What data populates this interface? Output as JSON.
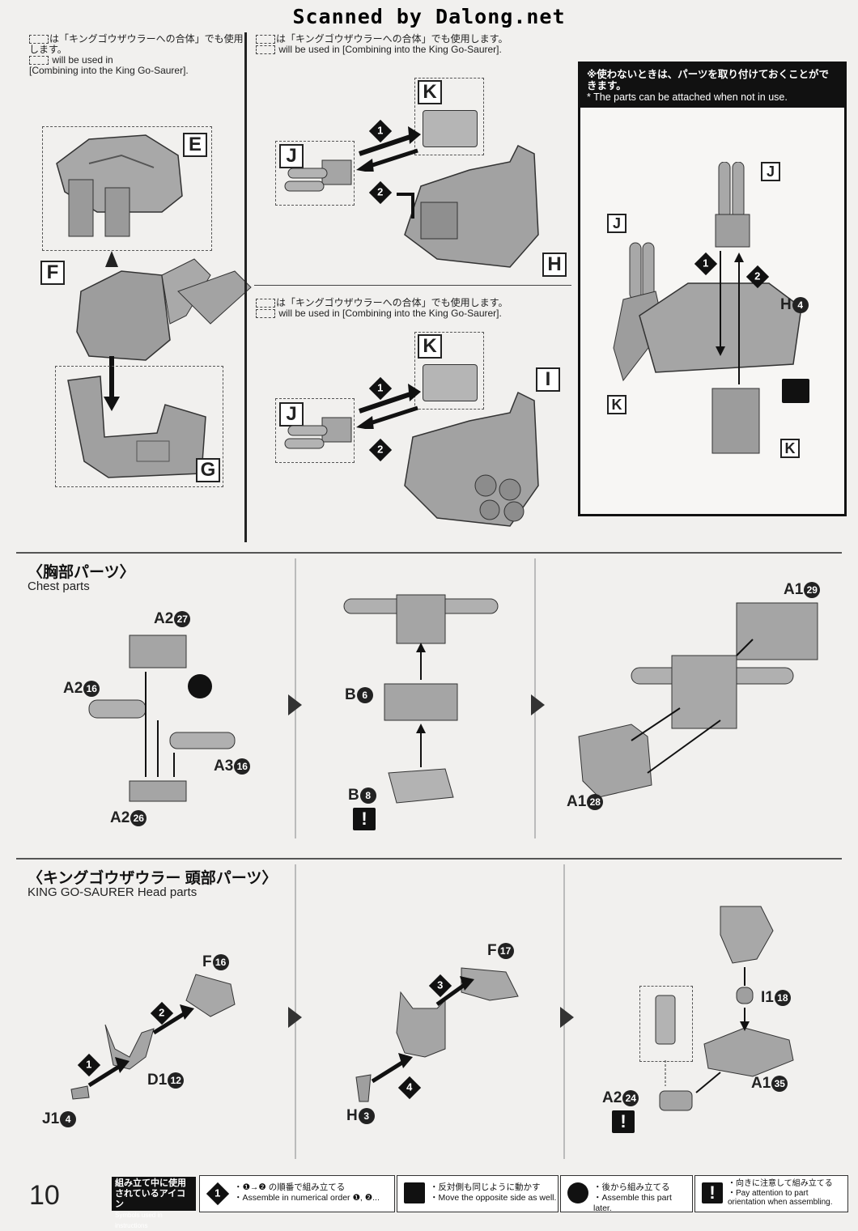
{
  "header": {
    "scan_credit": "Scanned by Dalong.net"
  },
  "notes": {
    "left_jp": "は「キングゴウザウラーへの合体」でも使用します。",
    "left_en1": "will be used in",
    "left_en2": "[Combining into the King Go-Saurer].",
    "mid_jp": "は「キングゴウザウラーへの合体」でも使用します。",
    "mid_en": "will be used in [Combining into the King Go-Saurer]."
  },
  "left_panel": {
    "labels": [
      "E",
      "F",
      "G"
    ]
  },
  "mid_top": {
    "labels": [
      "K",
      "J",
      "H"
    ],
    "steps": [
      "1",
      "2"
    ]
  },
  "mid_bottom": {
    "labels": [
      "K",
      "J",
      "I"
    ],
    "steps": [
      "1",
      "2"
    ]
  },
  "right_box": {
    "title_jp": "※使わないときは、パーツを取り付けておくことができます。",
    "title_en": "* The parts can be attached when not in use.",
    "labels": [
      "J",
      "J",
      "K",
      "K"
    ],
    "h_callout": "H",
    "h_num": "4",
    "steps": [
      "1",
      "2"
    ]
  },
  "chest": {
    "title_jp": "〈胸部パーツ〉",
    "title_en": "Chest parts",
    "callouts": [
      {
        "part": "A2",
        "num": "27"
      },
      {
        "part": "A2",
        "num": "16"
      },
      {
        "part": "A3",
        "num": "16"
      },
      {
        "part": "A2",
        "num": "26"
      },
      {
        "part": "B",
        "num": "6"
      },
      {
        "part": "B",
        "num": "8"
      },
      {
        "part": "A1",
        "num": "29"
      },
      {
        "part": "A1",
        "num": "28"
      }
    ]
  },
  "head": {
    "title_jp": "〈キングゴウザウラー 頭部パーツ〉",
    "title_en": "KING GO-SAURER Head parts",
    "callouts": [
      {
        "part": "F",
        "num": "16"
      },
      {
        "part": "D1",
        "num": "12"
      },
      {
        "part": "J1",
        "num": "4"
      },
      {
        "part": "F",
        "num": "17"
      },
      {
        "part": "H",
        "num": "3"
      },
      {
        "part": "I1",
        "num": "18"
      },
      {
        "part": "A1",
        "num": "35"
      },
      {
        "part": "A2",
        "num": "24"
      }
    ],
    "steps": [
      "1",
      "2",
      "3",
      "4"
    ]
  },
  "footer": {
    "page_number": "10",
    "legend_title_jp": "組み立て中に使用されているアイコン",
    "legend_title_en": "Symbols used in instructions",
    "items": [
      {
        "icon": "step-order-icon",
        "jp": "・❶→❷ の順番で組み立てる",
        "en": "・Assemble in numerical order ❶, ❷..."
      },
      {
        "icon": "mirror-icon",
        "jp": "・反対側も同じように動かす",
        "en": "・Move the opposite side as well."
      },
      {
        "icon": "later-icon",
        "jp": "・後から組み立てる",
        "en": "・Assemble this part later."
      },
      {
        "icon": "caution-icon",
        "jp": "・向きに注意して組み立てる",
        "en": "・Pay attention to part orientation when assembling."
      }
    ]
  }
}
